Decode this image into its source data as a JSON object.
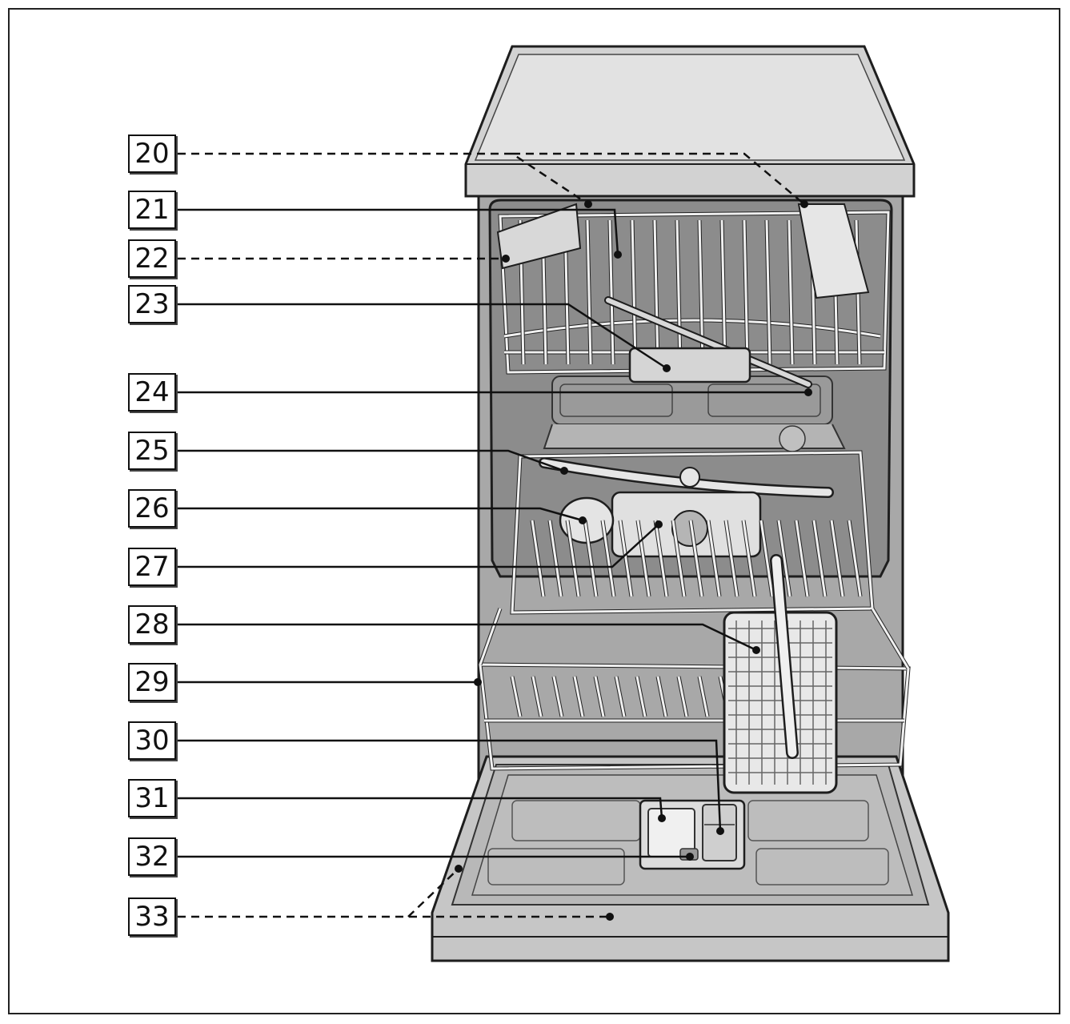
{
  "figure": {
    "labels": [
      {
        "num": "20",
        "leader": "dashed"
      },
      {
        "num": "21",
        "leader": "solid"
      },
      {
        "num": "22",
        "leader": "dashed"
      },
      {
        "num": "23",
        "leader": "solid"
      },
      {
        "num": "24",
        "leader": "solid"
      },
      {
        "num": "25",
        "leader": "solid"
      },
      {
        "num": "26",
        "leader": "solid"
      },
      {
        "num": "27",
        "leader": "solid"
      },
      {
        "num": "28",
        "leader": "solid"
      },
      {
        "num": "29",
        "leader": "solid"
      },
      {
        "num": "30",
        "leader": "solid"
      },
      {
        "num": "31",
        "leader": "solid"
      },
      {
        "num": "32",
        "leader": "solid"
      },
      {
        "num": "33",
        "leader": "dashed"
      }
    ],
    "colors": {
      "tub": "#8c8c8c",
      "tub_light": "#b4b4b4",
      "worktop": "#d2d2d2",
      "door": "#c6c6c6",
      "rack_wire": "#f0f0f0",
      "outline": "#1e1e1e"
    }
  }
}
